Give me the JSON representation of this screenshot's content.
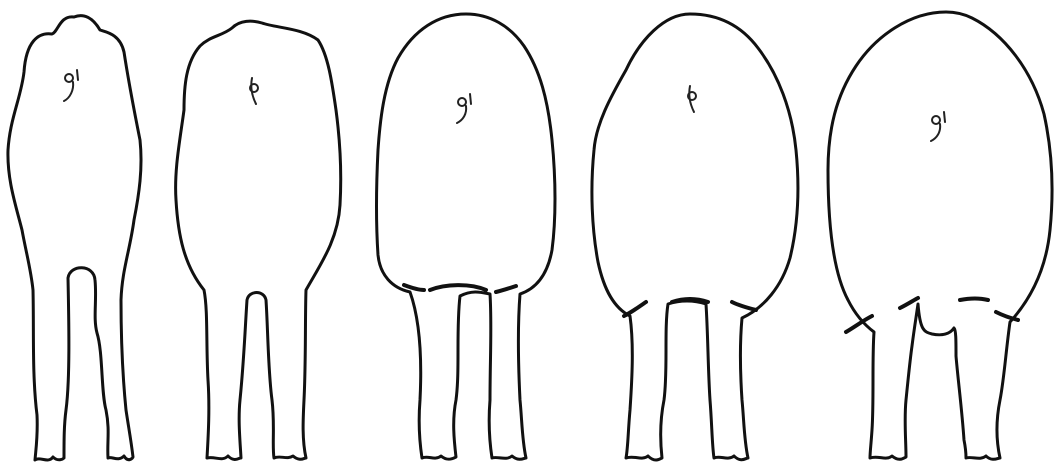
{
  "figure": {
    "panels": [
      {
        "id": "1",
        "sex_symbol": "male-symbol"
      },
      {
        "id": "2",
        "sex_symbol": "female-symbol"
      },
      {
        "id": "3",
        "sex_symbol": "male-symbol"
      },
      {
        "id": "4",
        "sex_symbol": "female-symbol"
      },
      {
        "id": "5",
        "sex_symbol": "male-symbol"
      }
    ],
    "line_color": "#111111",
    "background": "#ffffff"
  }
}
